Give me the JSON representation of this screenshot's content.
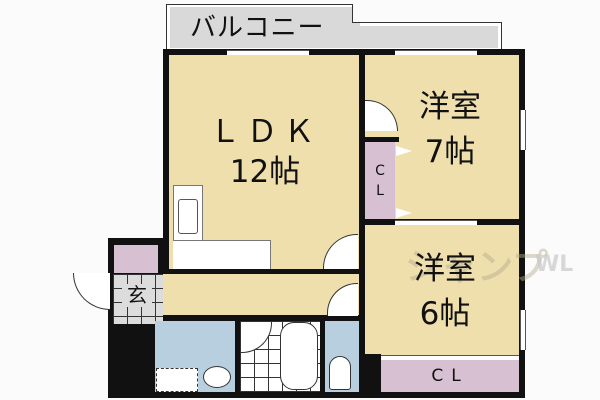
{
  "floorplan": {
    "balcony": {
      "label": "バルコニー"
    },
    "ldk": {
      "name": "ＬＤＫ",
      "size": "12帖"
    },
    "western_room_1": {
      "name": "洋室",
      "size": "7帖"
    },
    "western_room_2": {
      "name": "洋室",
      "size": "6帖"
    },
    "closet_1": {
      "label": "C\nL"
    },
    "closet_1_c": "C",
    "closet_1_l": "L",
    "closet_2": {
      "label": "CL"
    },
    "entrance": {
      "label": "玄"
    },
    "watermark": {
      "line1": "WL",
      "line2": "シャンプ"
    },
    "colors": {
      "room_floor": "#eedfad",
      "closet": "#d6c0d2",
      "wet_area": "#b7cfdf",
      "balcony": "#d9d9d9",
      "wall": "#111111"
    }
  }
}
